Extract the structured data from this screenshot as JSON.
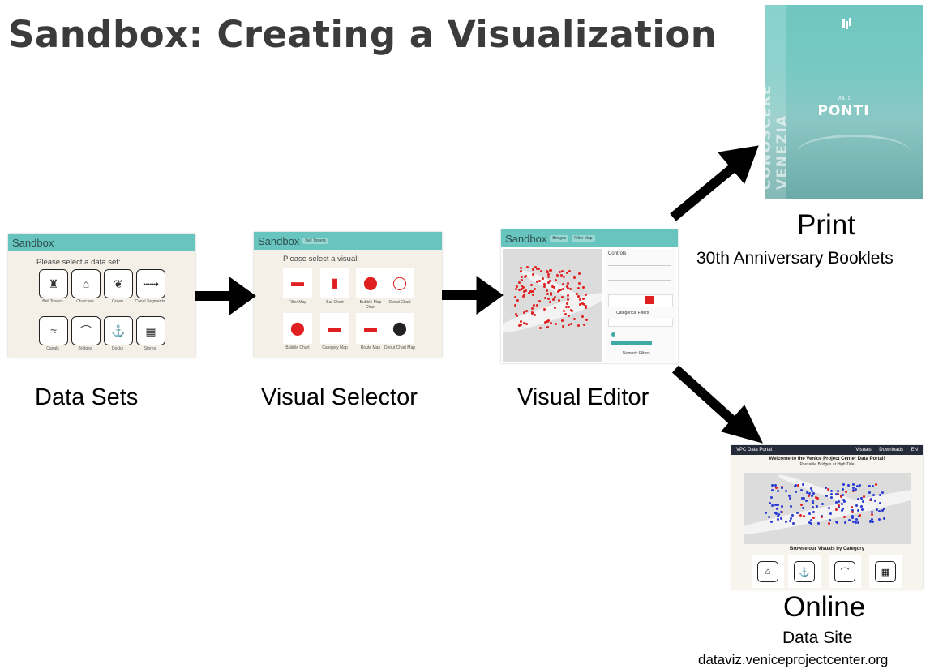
{
  "title": "Sandbox: Creating a Visualization",
  "steps": {
    "data_sets": {
      "caption": "Data Sets",
      "app_title": "Sandbox",
      "prompt": "Please select a data set:",
      "items": [
        {
          "label": "Bell Towers",
          "icon": "bell-tower-icon"
        },
        {
          "label": "Churches",
          "icon": "church-icon"
        },
        {
          "label": "Green",
          "icon": "leaf-icon"
        },
        {
          "label": "Canal Segments",
          "icon": "canal-segment-icon"
        },
        {
          "label": "Canals",
          "icon": "wave-icon"
        },
        {
          "label": "Bridges",
          "icon": "bridge-icon"
        },
        {
          "label": "Docks",
          "icon": "anchor-icon"
        },
        {
          "label": "Stores",
          "icon": "store-icon"
        }
      ]
    },
    "visual_selector": {
      "caption": "Visual Selector",
      "app_title": "Sandbox",
      "chip": "Bell Towers",
      "prompt": "Please select a visual:",
      "items": [
        {
          "label": "Filter Map"
        },
        {
          "label": "Bar Chart"
        },
        {
          "label": "Bubble Map Chart"
        },
        {
          "label": "Donut Chart"
        },
        {
          "label": "Bubble Chart"
        },
        {
          "label": "Category Map"
        },
        {
          "label": "Route Map"
        },
        {
          "label": "Donut Chart Map"
        }
      ]
    },
    "visual_editor": {
      "caption": "Visual Editor",
      "app_title": "Sandbox",
      "chips": [
        "Bridges",
        "Filter Map"
      ],
      "controls_title": "Controls",
      "categorical_filters": "Categorical Filters",
      "numeric_filters": "Numeric Filters"
    }
  },
  "outputs": {
    "print": {
      "caption": "Print",
      "subcaption": "30th Anniversary Booklets",
      "booklet_series": "CONOSCERE VENEZIA",
      "booklet_vol": "VOL. 1",
      "booklet_title": "PONTI"
    },
    "online": {
      "caption": "Online",
      "subcaption": "Data Site",
      "url": "dataviz.veniceprojectcenter.org",
      "portal_title": "VPC Data Portal",
      "portal_nav": [
        "Visuals",
        "Downloads",
        "EN"
      ],
      "portal_welcome": "Welcome to the Venice Project Center Data Portal!",
      "portal_map_title": "Passable Bridges at High Tide",
      "portal_browse": "Browse our Visuals by Category"
    }
  },
  "colors": {
    "title": "#3b3b3b",
    "header_teal": "#67c4bf",
    "arrow": "#000000",
    "map_points_red": "#e02020",
    "map_points_blue": "#2a3bd1"
  }
}
